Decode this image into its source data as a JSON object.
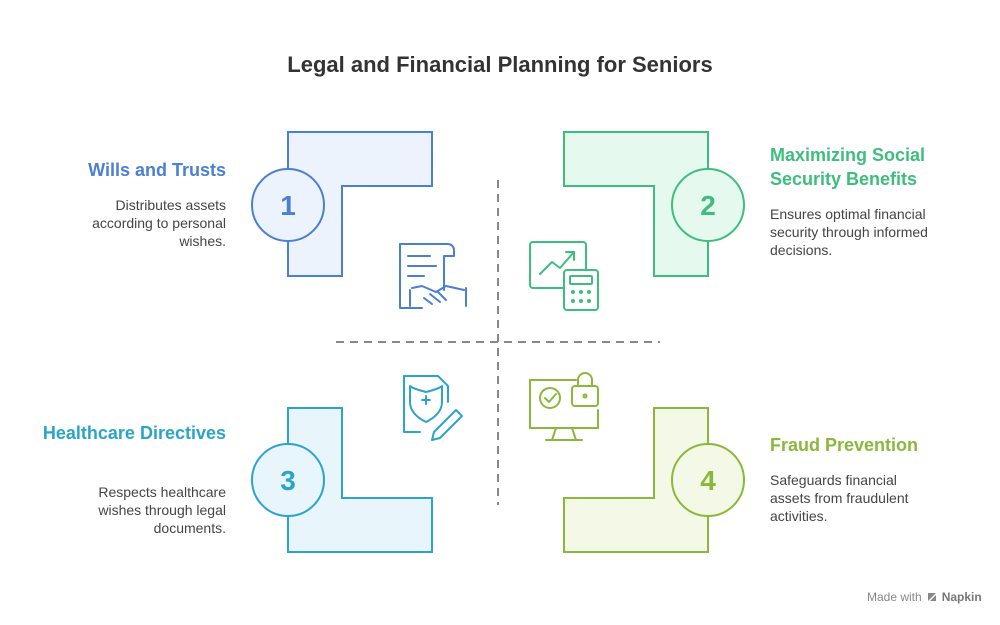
{
  "title": "Legal and Financial Planning for Seniors",
  "colors": {
    "blue": "#4A7FD4",
    "green": "#3DBE7D",
    "teal": "#2BA4CC",
    "lime": "#8AB83A"
  },
  "items": [
    {
      "number": "1",
      "heading": "Wills and Trusts",
      "description": "Distributes assets according to personal wishes.",
      "icon": "contract-handshake-icon"
    },
    {
      "number": "2",
      "heading": "Maximizing Social Security Benefits",
      "description": "Ensures optimal financial security through informed decisions.",
      "icon": "chart-calculator-icon"
    },
    {
      "number": "3",
      "heading": "Healthcare Directives",
      "description": "Respects healthcare wishes through legal documents.",
      "icon": "medical-document-pen-icon"
    },
    {
      "number": "4",
      "heading": "Fraud Prevention",
      "description": "Safeguards financial assets from fraudulent activities.",
      "icon": "monitor-lock-check-icon"
    }
  ],
  "footer": {
    "made_with": "Made with",
    "brand": "Napkin"
  }
}
